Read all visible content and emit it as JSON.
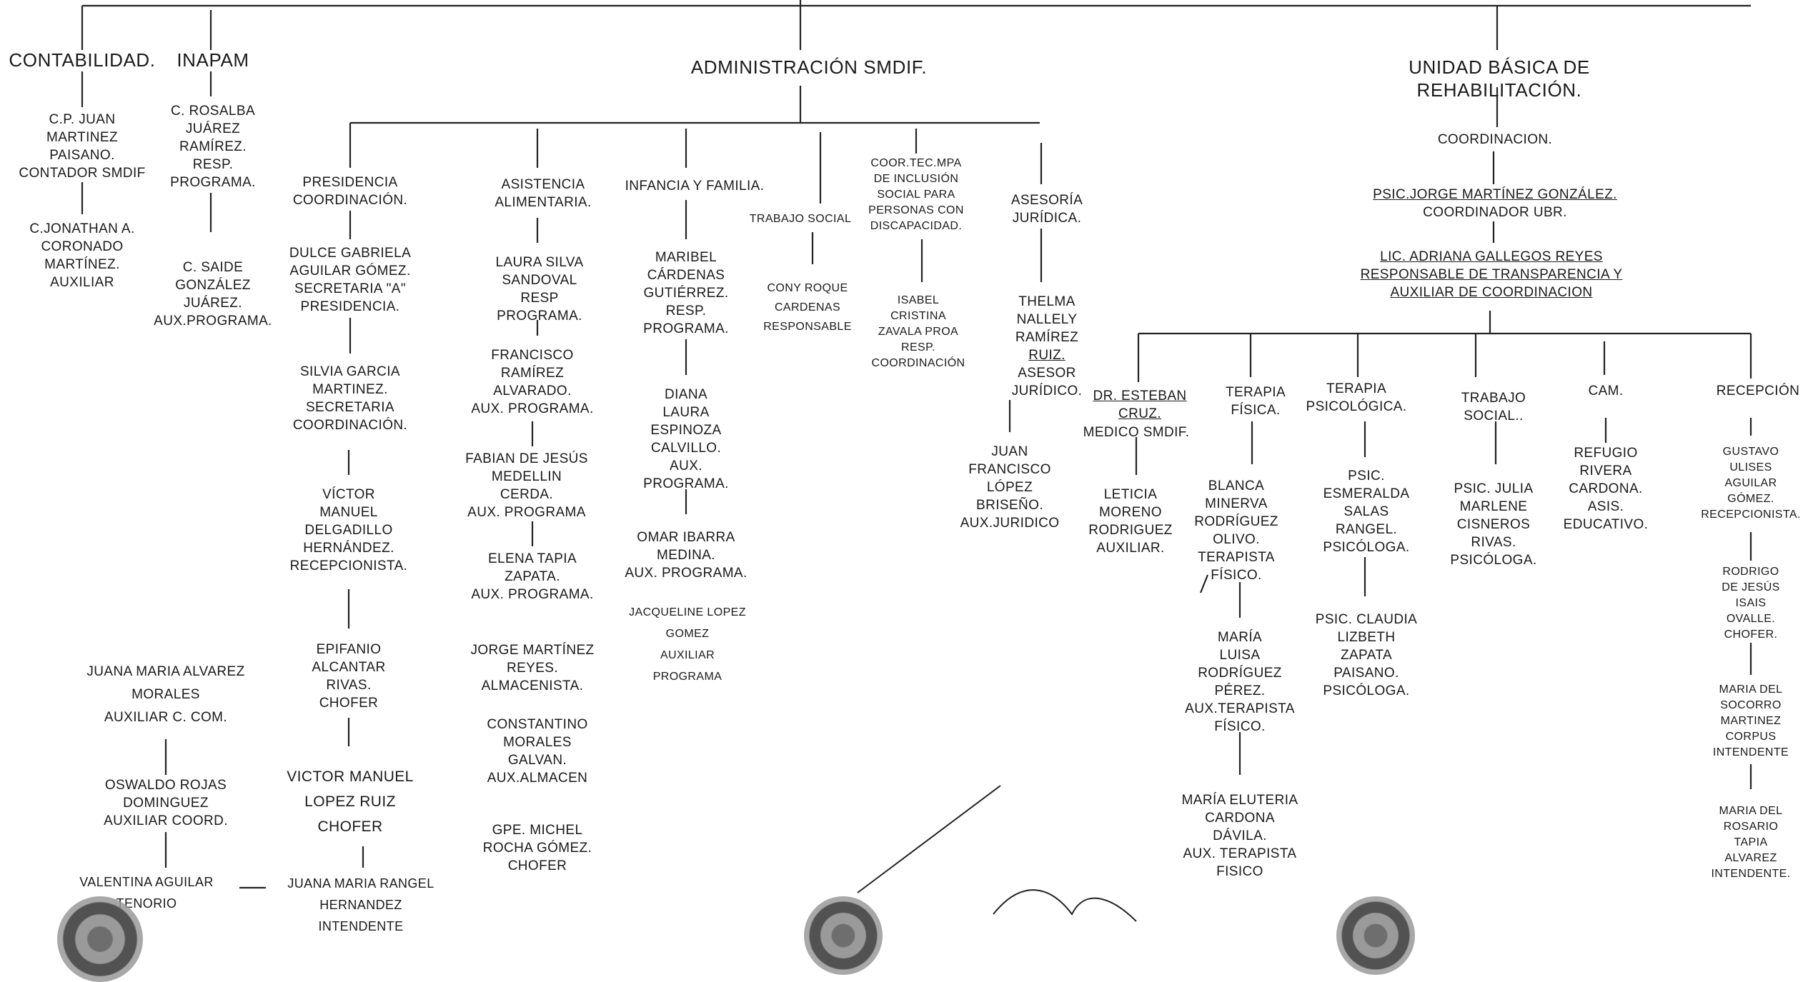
{
  "diagram": {
    "departments": {
      "contabilidad": "CONTABILIDAD.",
      "inapam": "INAPAM",
      "administracion": "ADMINISTRACIÓN SMDIF.",
      "ubr": "UNIDAD BÁSICA DE REHABILITACIÓN."
    },
    "contabilidad": {
      "n1": "C.P. JUAN\nMARTINEZ\nPAISANO.\nCONTADOR SMDIF",
      "n2": "C.JONATHAN A.\nCORONADO\nMARTÍNEZ.\nAUXILIAR"
    },
    "inapam": {
      "n1": "C. ROSALBA\nJUÁREZ\nRAMÍREZ.\nRESP.\nPROGRAMA.",
      "n2": "C. SAIDE\nGONZÁLEZ\nJUÁREZ.\nAUX.PROGRAMA."
    },
    "presidencia": {
      "title": "PRESIDENCIA\nCOORDINACIÓN.",
      "n1": "DULCE GABRIELA\nAGUILAR GÓMEZ.\nSECRETARIA \"A\"\nPRESIDENCIA.",
      "n2": "SILVIA GARCIA\nMARTINEZ.\nSECRETARIA\nCOORDINACIÓN.",
      "n3": "VÍCTOR\nMANUEL\nDELGADILLO\nHERNÁNDEZ.\nRECEPCIONISTA.",
      "n4": "EPIFANIO\nALCANTAR\nRIVAS.\nCHOFER",
      "n5": "VICTOR MANUEL\nLOPEZ RUIZ\nCHOFER",
      "n6": "JUANA MARIA RANGEL\nHERNANDEZ\nINTENDENTE"
    },
    "left_column": {
      "n1": "JUANA MARIA ALVAREZ\nMORALES\nAUXILIAR C. COM.",
      "n2": "OSWALDO ROJAS\nDOMINGUEZ\nAUXILIAR COORD.",
      "n3": "VALENTINA AGUILAR\nTENORIO"
    },
    "asistencia": {
      "title": "ASISTENCIA\nALIMENTARIA.",
      "n1": "LAURA SILVA\nSANDOVAL\nRESP\nPROGRAMA.",
      "n2": "FRANCISCO\nRAMÍREZ\nALVARADO.\nAUX. PROGRAMA.",
      "n3": "FABIAN DE JESÚS\nMEDELLIN\nCERDA.\nAUX. PROGRAMA",
      "n4": "ELENA TAPIA\nZAPATA.\nAUX. PROGRAMA.",
      "n5": "JORGE MARTÍNEZ\nREYES.\nALMACENISTA.",
      "n6": "CONSTANTINO\nMORALES\nGALVAN.\nAUX.ALMACEN",
      "n7": "GPE. MICHEL\nROCHA GÓMEZ.\nCHOFER"
    },
    "infancia": {
      "title": "INFANCIA Y FAMILIA.",
      "n1": "MARIBEL\nCÁRDENAS\nGUTIÉRREZ.\nRESP.\nPROGRAMA.",
      "n2": "DIANA\nLAURA\nESPINOZA\nCALVILLO.\nAUX.\nPROGRAMA.",
      "n3": "OMAR IBARRA\nMEDINA.\nAUX. PROGRAMA.",
      "n4": "JACQUELINE LOPEZ\nGOMEZ\nAUXILIAR\nPROGRAMA"
    },
    "trabajo_social": {
      "title": "TRABAJO SOCIAL",
      "n1": "CONY ROQUE\nCARDENAS\nRESPONSABLE"
    },
    "inclusion": {
      "title": "COOR.TEC.MPA\nDE INCLUSIÓN\nSOCIAL PARA\nPERSONAS CON\nDISCAPACIDAD.",
      "n1": "ISABEL\nCRISTINA\nZAVALA PROA\nRESP.\nCOORDINACIÓN"
    },
    "asesoria": {
      "title": "ASESORÍA\nJURÍDICA.",
      "n1_a": "THELMA\nNALLELY\nRAMÍREZ",
      "n1_b": "RUIZ.",
      "n1_c": "ASESOR\nJURÍDICO.",
      "n2": "JUAN\nFRANCISCO\nLÓPEZ\nBRISEÑO.\nAUX.JURIDICO"
    },
    "ubr": {
      "coordinacion": "COORDINACION.",
      "coordinador_name": "PSIC.JORGE MARTÍNEZ GONZÁLEZ.",
      "coordinador_role": "COORDINADOR UBR.",
      "responsable": "LIC.  ADRIANA GALLEGOS REYES\nRESPONSABLE DE TRANSPARENCIA Y\nAUXILIAR DE COORDINACION"
    },
    "medico": {
      "title": "DR. ESTEBAN\nCRUZ.",
      "role": "MEDICO SMDIF.",
      "n1": "LETICIA\nMORENO\nRODRIGUEZ\nAUXILIAR."
    },
    "terapia_fisica": {
      "title": "TERAPIA\nFÍSICA.",
      "n1": "BLANCA\nMINERVA\nRODRÍGUEZ\nOLIVO.\nTERAPISTA\nFÍSICO.",
      "n2": "MARÍA\nLUISA\nRODRÍGUEZ\nPÉREZ.\nAUX.TERAPISTA\nFÍSICO.",
      "n3": "MARÍA ELUTERIA\nCARDONA\nDÁVILA.\nAUX. TERAPISTA\nFISICO"
    },
    "terapia_psico": {
      "title": "TERAPIA\nPSICOLÓGICA.",
      "n1": "PSIC.\nESMERALDA\nSALAS\nRANGEL.\nPSICÓLOGA.",
      "n2": "PSIC. CLAUDIA\nLIZBETH\nZAPATA\nPAISANO.\nPSICÓLOGA."
    },
    "trabajo_social_ubr": {
      "title": "TRABAJO\nSOCIAL..",
      "n1": "PSIC. JULIA\nMARLENE\nCISNEROS\nRIVAS.\nPSICÓLOGA."
    },
    "cam": {
      "title": "CAM.",
      "n1": "REFUGIO\nRIVERA\nCARDONA.\nASIS.\nEDUCATIVO."
    },
    "recepcion": {
      "title": "RECEPCIÓN",
      "n1": "GUSTAVO\nULISES\nAGUILAR\nGÓMEZ.\nRECEPCIONISTA.",
      "n2": "RODRIGO\nDE JESÚS\nISAIS\nOVALLE.\nCHOFER.",
      "n3": "MARIA DEL\nSOCORRO\nMARTINEZ\nCORPUS\nINTENDENTE",
      "n4": "MARIA DEL\nROSARIO\nTAPIA\nALVAREZ\nINTENDENTE."
    }
  },
  "colors": {
    "ink": "#1a1a1a",
    "background": "#ffffff"
  }
}
